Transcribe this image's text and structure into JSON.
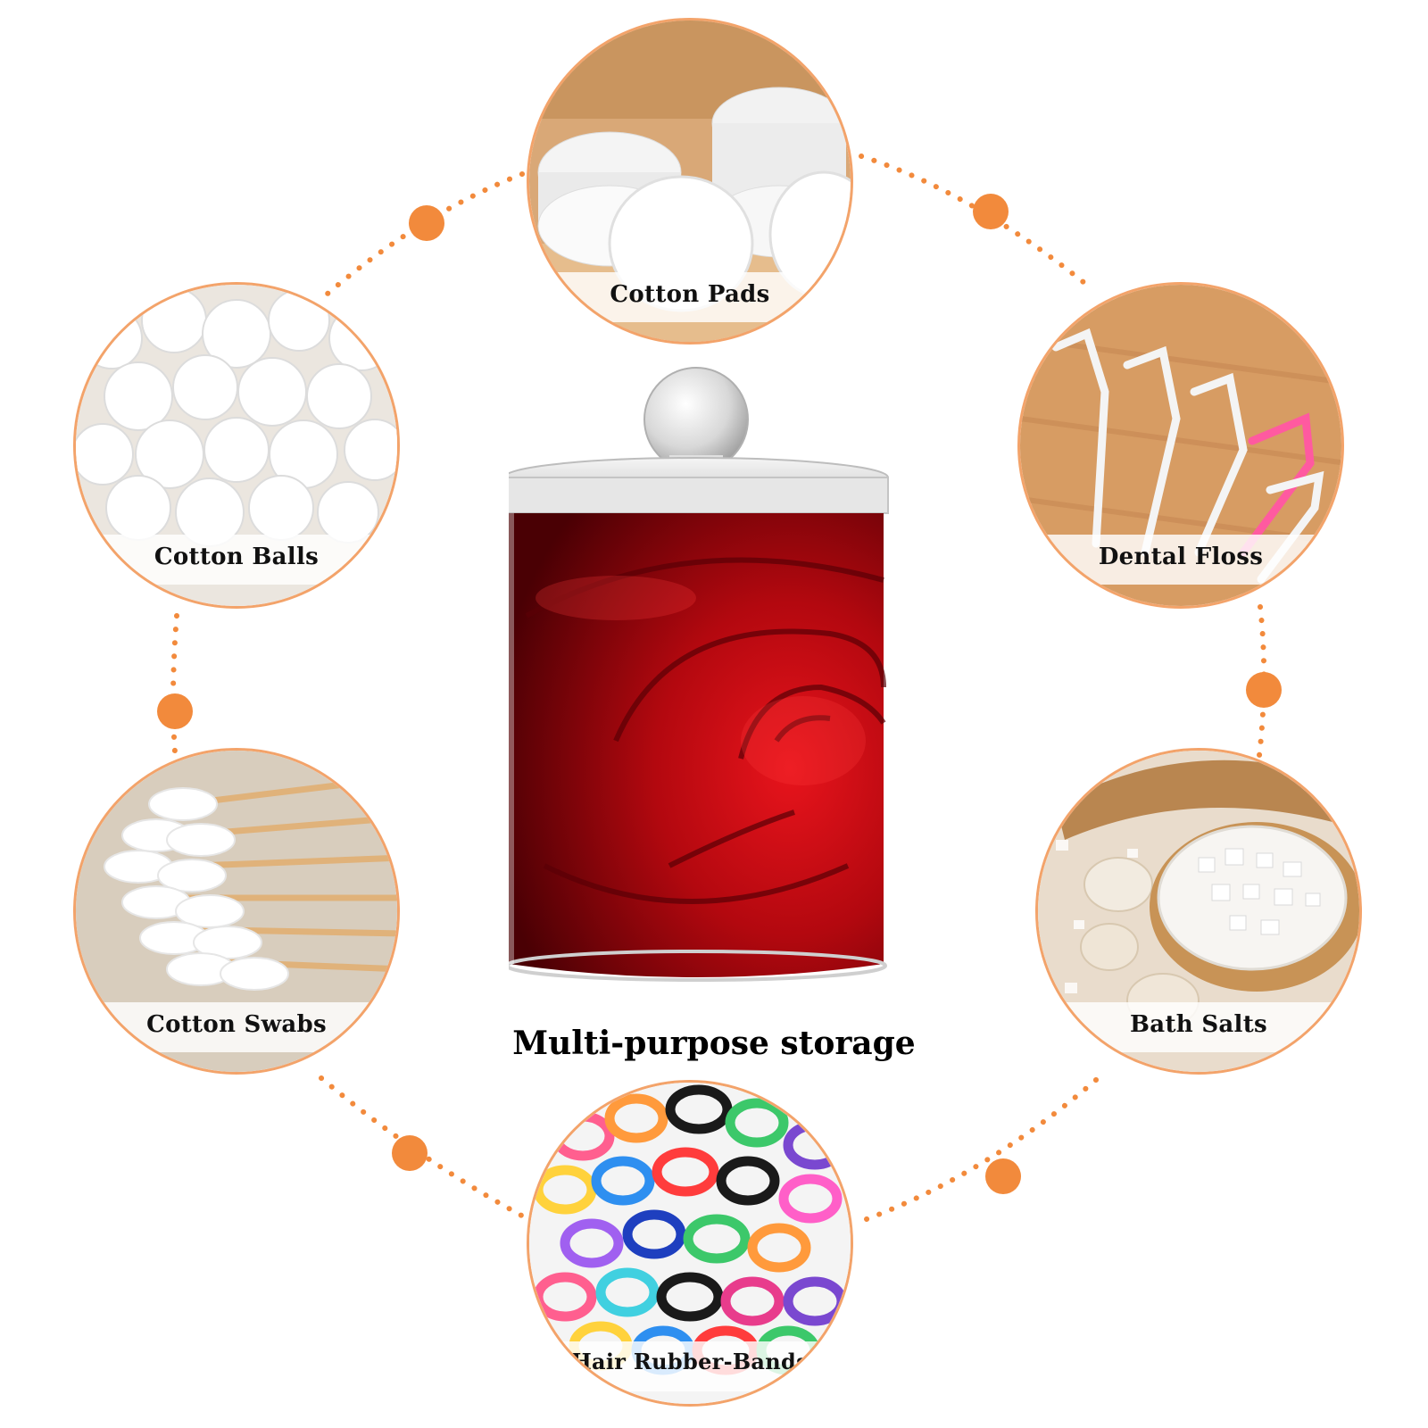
{
  "center": {
    "title": "Multi-purpose storage"
  },
  "items": {
    "cotton_pads": "Cotton Pads",
    "cotton_balls": "Cotton Balls",
    "dental_floss": "Dental Floss",
    "cotton_swabs": "Cotton Swabs",
    "bath_salts": "Bath Salts",
    "hair_bands": "Hair Rubber-Bands"
  },
  "colors": {
    "accent": "#f28a3c",
    "border": "#f3a36a",
    "rose": "#b3080f"
  }
}
